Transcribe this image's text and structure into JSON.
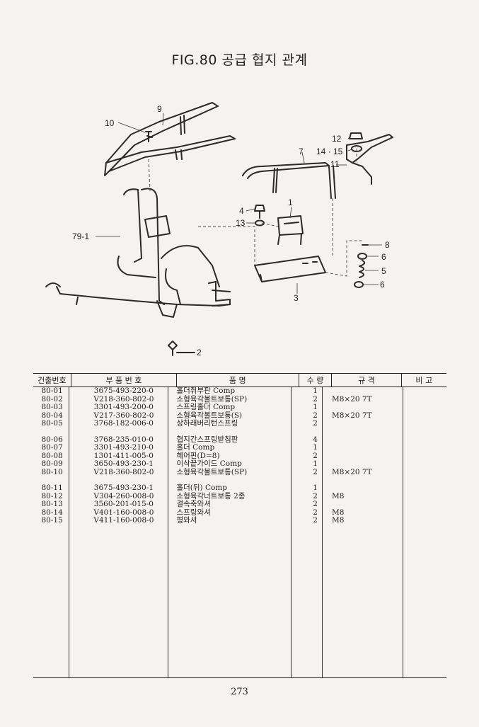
{
  "title": "FIG.80 공급 협지 관계",
  "diagram": {
    "callouts": [
      "9",
      "10",
      "12",
      "14 · 15",
      "7",
      "11",
      "4",
      "1",
      "13",
      "79-1",
      "8",
      "6",
      "5",
      "6",
      "3",
      "2"
    ]
  },
  "table": {
    "headers": [
      "건출번호",
      "부 품 번 호",
      "품 명",
      "수 량",
      "규 격",
      "비 고"
    ],
    "groups": [
      [
        [
          "80-01",
          "3675-493-220-0",
          "홀더취부판 Comp",
          "1",
          ""
        ],
        [
          "80-02",
          "V218-360-802-0",
          "소형육각볼트보통(SP)",
          "2",
          "M8×20 7T"
        ],
        [
          "80-03",
          "3301-493-200-0",
          "스프링홀더 Comp",
          "1",
          ""
        ],
        [
          "80-04",
          "V217-360-802-0",
          "소형육각볼트보통(S)",
          "2",
          "M8×20 7T"
        ],
        [
          "80-05",
          "3768-182-006-0",
          "상하래버리턴스프링",
          "2",
          ""
        ]
      ],
      [
        [
          "80-06",
          "3768-235-010-0",
          "협지간스프링받침판",
          "4",
          ""
        ],
        [
          "80-07",
          "3301-493-210-0",
          "홀더 Comp",
          "1",
          ""
        ],
        [
          "80-08",
          "1301-411-005-0",
          "헤어핀(D=8)",
          "2",
          ""
        ],
        [
          "80-09",
          "3650-493-230-1",
          "이삭끝가이드 Comp",
          "1",
          ""
        ],
        [
          "80-10",
          "V218-360-802-0",
          "소형육각볼트보통(SP)",
          "2",
          "M8×20 7T"
        ]
      ],
      [
        [
          "80-11",
          "3675-493-230-1",
          "홀더(뒤) Comp",
          "1",
          ""
        ],
        [
          "80-12",
          "V304-260-008-0",
          "소형육각너트보통 2종",
          "2",
          "M8"
        ],
        [
          "80-13",
          "3560-201-015-0",
          "결속축와셔",
          "2",
          ""
        ],
        [
          "80-14",
          "V401-160-008-0",
          "스프링와셔",
          "2",
          "M8"
        ],
        [
          "80-15",
          "V411-160-008-0",
          "평와셔",
          "2",
          "M8"
        ]
      ]
    ]
  },
  "page_number": "273"
}
